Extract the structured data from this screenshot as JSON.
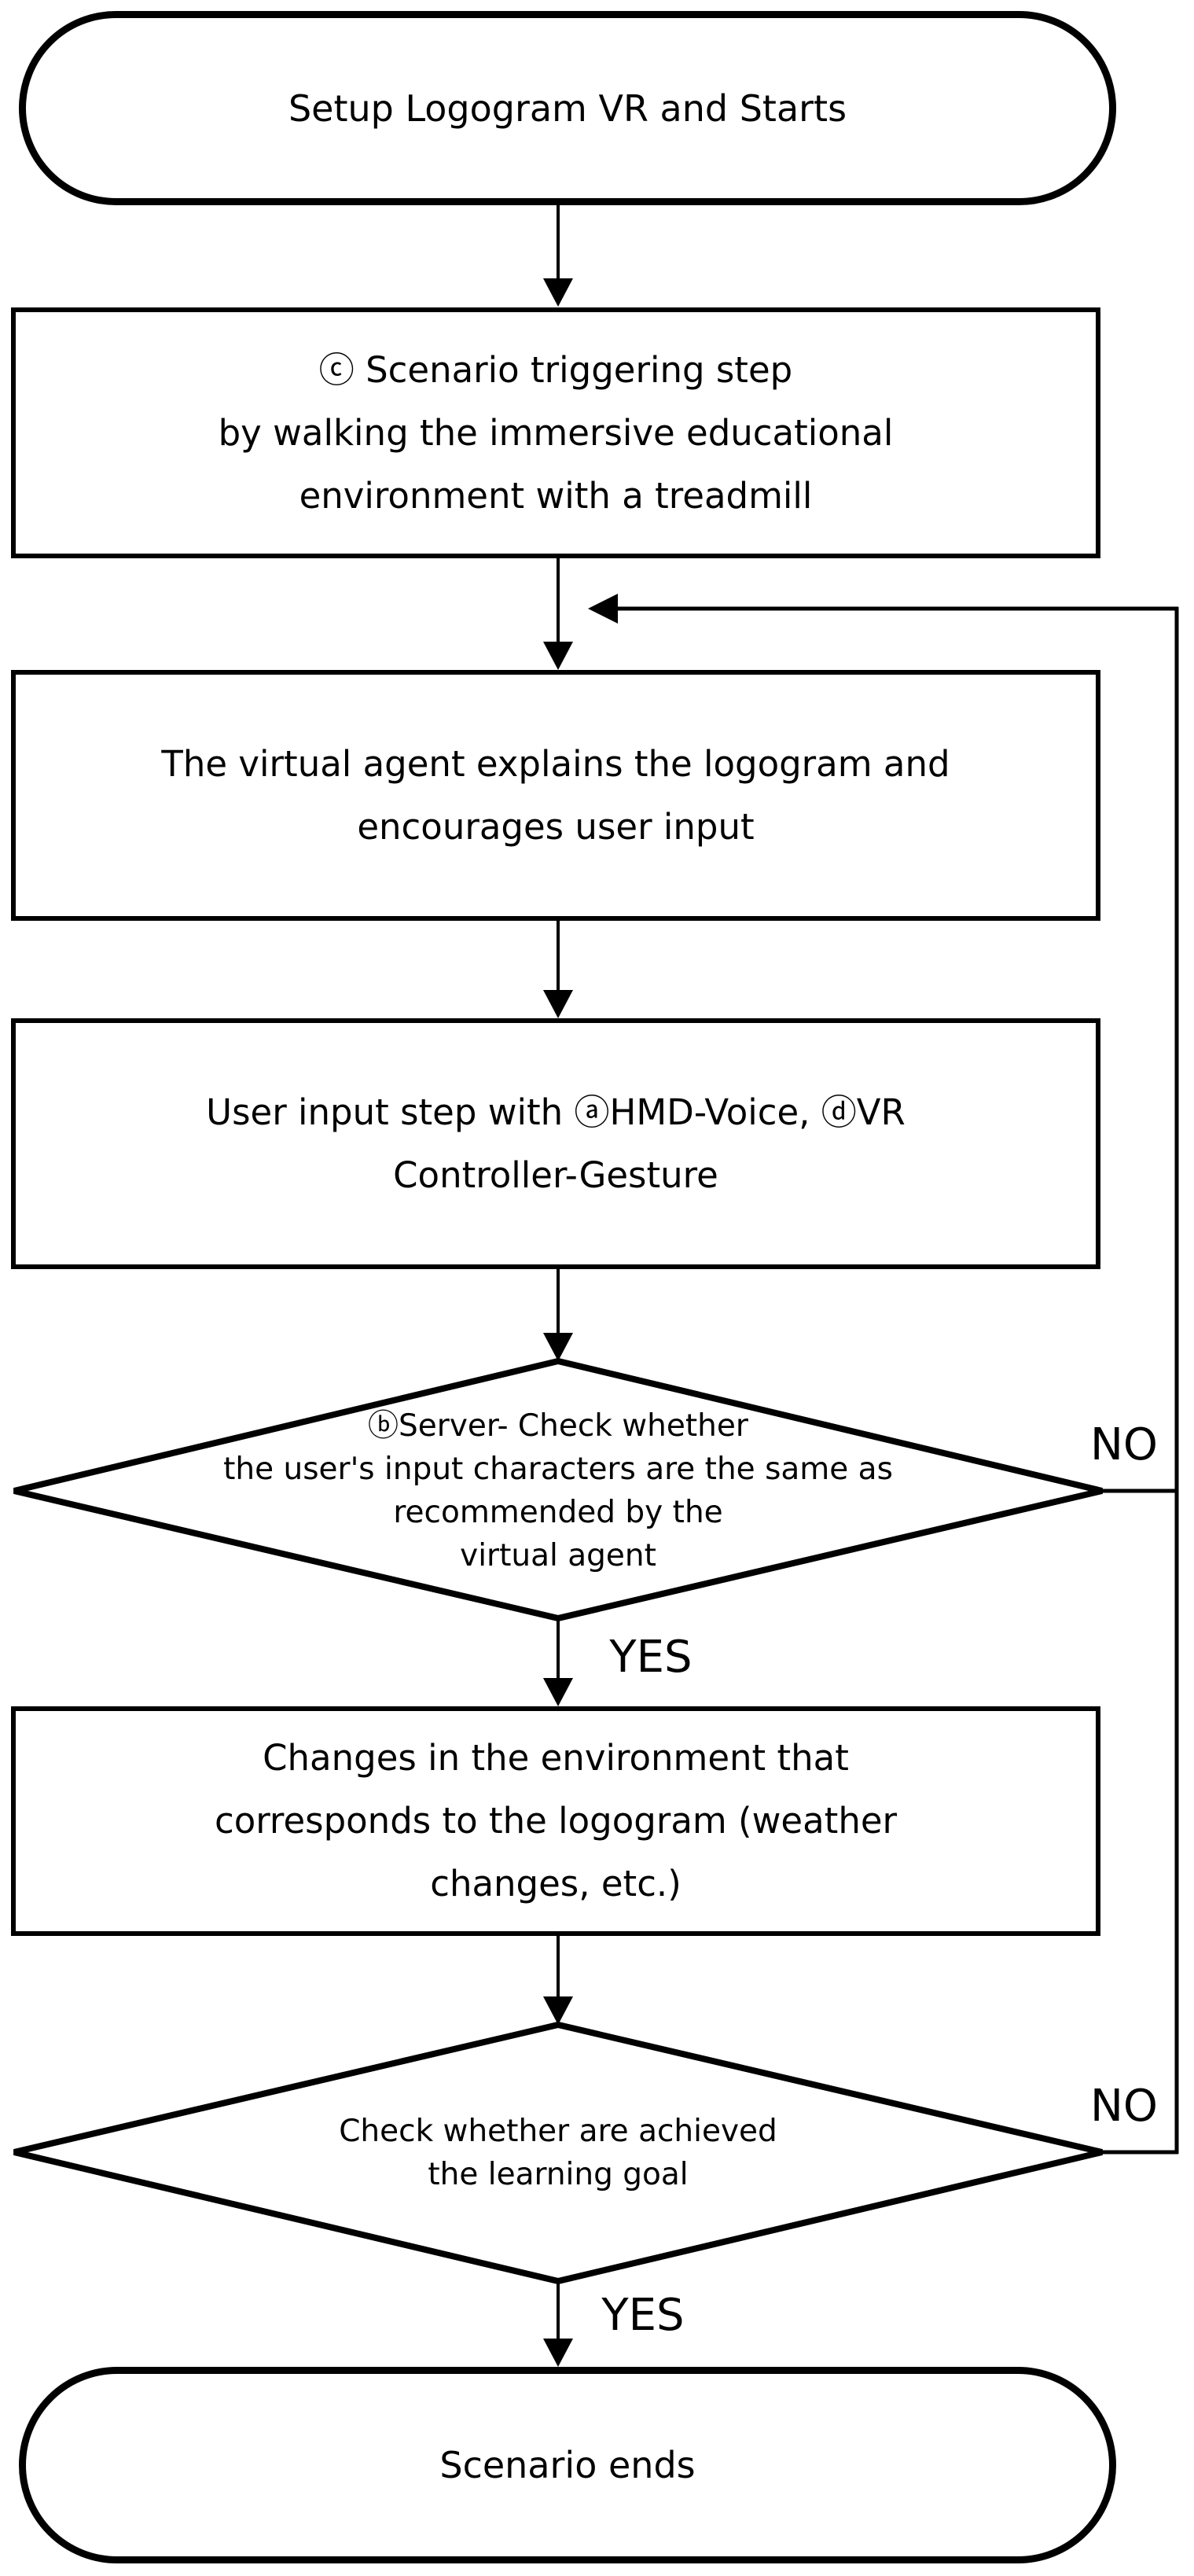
{
  "flowchart": {
    "start": {
      "label": "Setup Logogram VR and Starts"
    },
    "trigger_step": {
      "lines": [
        "ⓒ Scenario triggering step",
        "by walking the immersive educational",
        "environment with a treadmill"
      ]
    },
    "agent_explains": {
      "lines": [
        "The virtual agent explains the logogram and",
        "encourages user input"
      ]
    },
    "user_input": {
      "lines": [
        "User input step with ⓐHMD-Voice, ⓓVR",
        "Controller-Gesture"
      ]
    },
    "server_check": {
      "lines": [
        "ⓑServer- Check whether",
        "the user's input characters are the same as",
        "recommended by the",
        "virtual agent"
      ]
    },
    "environment_changes": {
      "lines": [
        "Changes in the environment that",
        "corresponds to the logogram (weather",
        "changes, etc.)"
      ]
    },
    "goal_check": {
      "lines": [
        "Check whether are achieved",
        "the learning goal"
      ]
    },
    "end": {
      "label": "Scenario ends"
    },
    "edge_labels": {
      "server_check_yes": "YES",
      "server_check_no": "NO",
      "goal_check_yes": "YES",
      "goal_check_no": "NO"
    }
  },
  "colors": {
    "stroke": "#000000",
    "background": "#ffffff"
  }
}
